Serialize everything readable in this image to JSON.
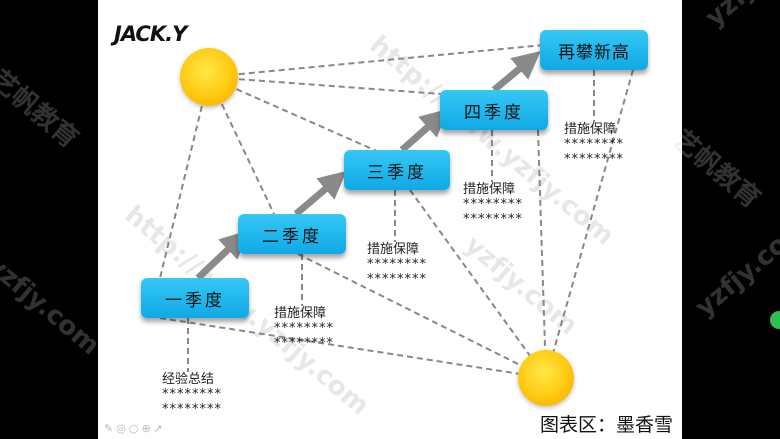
{
  "logo": "JACK.Y",
  "steps": [
    {
      "label": "一季度",
      "note": [
        "经验总结",
        "********",
        "********"
      ]
    },
    {
      "label": "二季度",
      "note": [
        "措施保障",
        "********",
        "********"
      ]
    },
    {
      "label": "三季度",
      "note": [
        "措施保障",
        "********",
        "********"
      ]
    },
    {
      "label": "四季度",
      "note": [
        "措施保障",
        "********",
        "********"
      ]
    },
    {
      "label": "再攀新高",
      "note": [
        "措施保障",
        "********",
        "********"
      ]
    }
  ],
  "caption": "图表区：墨香雪",
  "watermarks": [
    "艺帆教育",
    "http://www.yzfjy.com",
    "yzfjy",
    "http://www.yzfjy.com",
    "yzfjy.com",
    "艺帆教育",
    "yzfjy.com"
  ],
  "toolbar_icons": [
    "pen-icon",
    "target-icon",
    "circle-icon",
    "zoom-icon",
    "pointer-icon"
  ],
  "colors": {
    "box": "#10a9e6",
    "sun": "#ffc90e",
    "arrow": "#8a8a8a",
    "dash": "#888888"
  }
}
